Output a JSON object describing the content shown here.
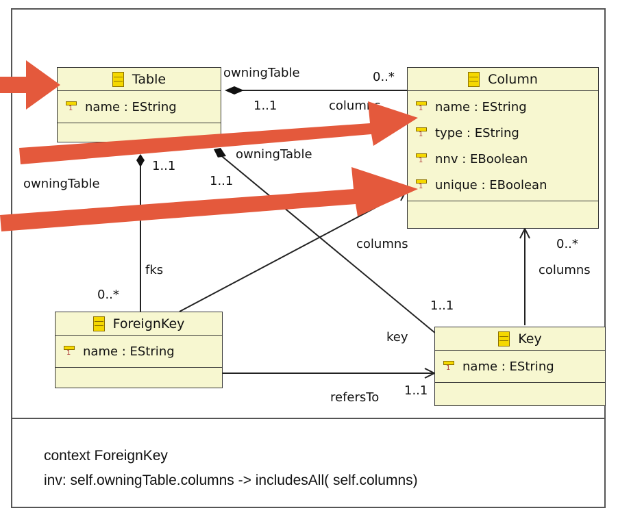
{
  "classes": {
    "table": {
      "name": "Table",
      "attrs": [
        "name : EString"
      ]
    },
    "column": {
      "name": "Column",
      "attrs": [
        "name : EString",
        "type : EString",
        "nnv : EBoolean",
        "unique : EBoolean"
      ]
    },
    "foreignkey": {
      "name": "ForeignKey",
      "attrs": [
        "name : EString"
      ]
    },
    "key": {
      "name": "Key",
      "attrs": [
        "name : EString"
      ]
    }
  },
  "labels": {
    "owning_table_top": "owningTable",
    "mult_0_star_top": "0..*",
    "mult_1_1_top": "1..1",
    "columns_top": "columns",
    "owning_table_mid": "owningTable",
    "mult_1_1_key_table": "1..1",
    "owning_table_left": "owningTable",
    "mult_1_1_fk_table": "1..1",
    "fks": "fks",
    "mult_0_star_fks": "0..*",
    "columns_fk": "columns",
    "mult_0_star_key": "0..*",
    "columns_key": "columns",
    "mult_1_1_key": "1..1",
    "key": "key",
    "refers_to": "refersTo",
    "mult_1_1_refers": "1..1"
  },
  "constraint": {
    "line1": "context ForeignKey",
    "line2": "inv: self.owningTable.columns -> includesAll( self.columns)"
  },
  "colors": {
    "class_fill": "#f7f7d0",
    "arrow": "#e4593c",
    "line": "#222222"
  }
}
